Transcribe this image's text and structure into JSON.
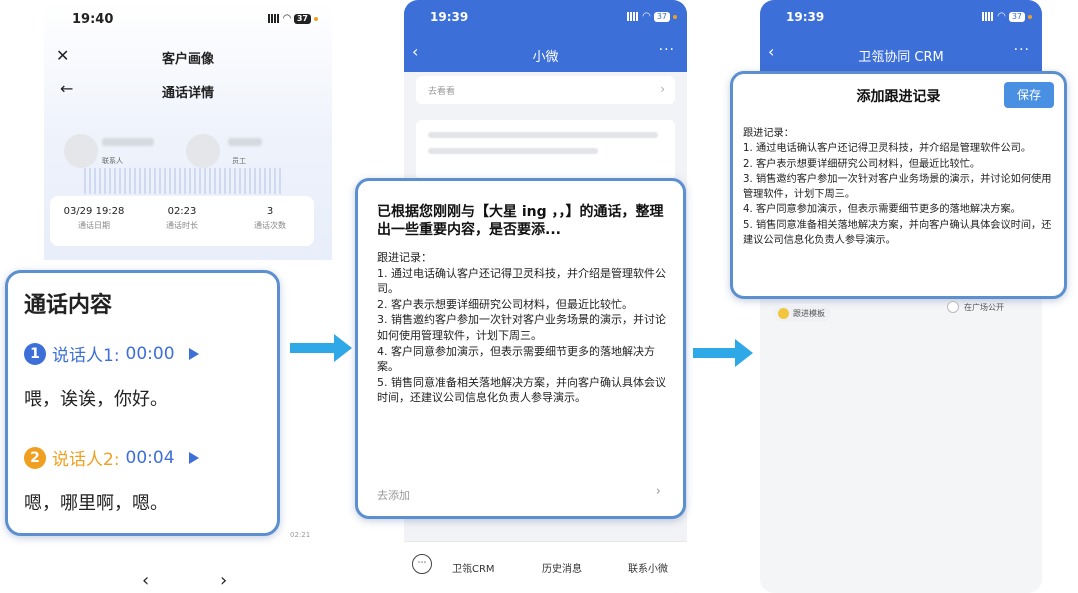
{
  "phone1": {
    "status_time": "19:40",
    "battery": "37",
    "title": "客户画像",
    "subtitle": "通话详情",
    "contact_label": "联系人",
    "staff_label": "员工",
    "stats": [
      {
        "value": "03/29 19:28",
        "label": "通话日期"
      },
      {
        "value": "02:23",
        "label": "通话时长"
      },
      {
        "value": "3",
        "label": "通话次数"
      }
    ],
    "bottom_time": "02:21"
  },
  "callout1": {
    "title": "通话内容",
    "speakers": [
      {
        "num": "1",
        "name": "说话人1:",
        "time": "00:00",
        "text": "喂，诶诶，你好。",
        "color": "#3d6fd8"
      },
      {
        "num": "2",
        "name": "说话人2:",
        "time": "00:04",
        "text": "嗯，哪里啊，嗯。",
        "color": "#f0a020"
      }
    ]
  },
  "phone2": {
    "status_time": "19:39",
    "battery": "37",
    "title": "小微",
    "top_card_text": "去看看",
    "tabs": [
      "卫瓴CRM",
      "历史消息",
      "联系小微"
    ]
  },
  "callout2": {
    "headline": "已根据您刚刚与【大星 ing ，，】的通话，整理出一些重要内容，是否要添...",
    "body": "跟进记录：\n1. 通过电话确认客户还记得卫灵科技，并介绍是管理软件公司。\n2. 客户表示想要详细研究公司材料，但最近比较忙。\n3. 销售邀约客户参加一次针对客户业务场景的演示，并讨论如何使用管理软件，计划下周三。\n4. 客户同意参加演示，但表示需要细节更多的落地解决方案。\n5. 销售同意准备相关落地解决方案，并向客户确认具体会议时间，还建议公司信息化负责人参导演示。",
    "footer": "去添加"
  },
  "phone3": {
    "status_time": "19:39",
    "battery": "37",
    "title": "卫瓴协同 CRM",
    "template_chip": "跟进模板",
    "public_option": "在广场公开"
  },
  "callout3": {
    "title": "添加跟进记录",
    "save_label": "保存",
    "body": "跟进记录：\n1. 通过电话确认客户还记得卫灵科技，并介绍是管理软件公司。\n2. 客户表示想要详细研究公司材料，但最近比较忙。\n3. 销售邀约客户参加一次针对客户业务场景的演示，并讨论如何使用管理软件，计划下周三。\n4. 客户同意参加演示，但表示需要细节更多的落地解决方案。\n5. 销售同意准备相关落地解决方案，并向客户确认具体会议时间，还建议公司信息化负责人参导演示。"
  },
  "colors": {
    "accent_blue": "#3d6fd8",
    "arrow": "#2fa8e8",
    "callout_border": "#5b8fd0",
    "save_button": "#4a90e2"
  }
}
